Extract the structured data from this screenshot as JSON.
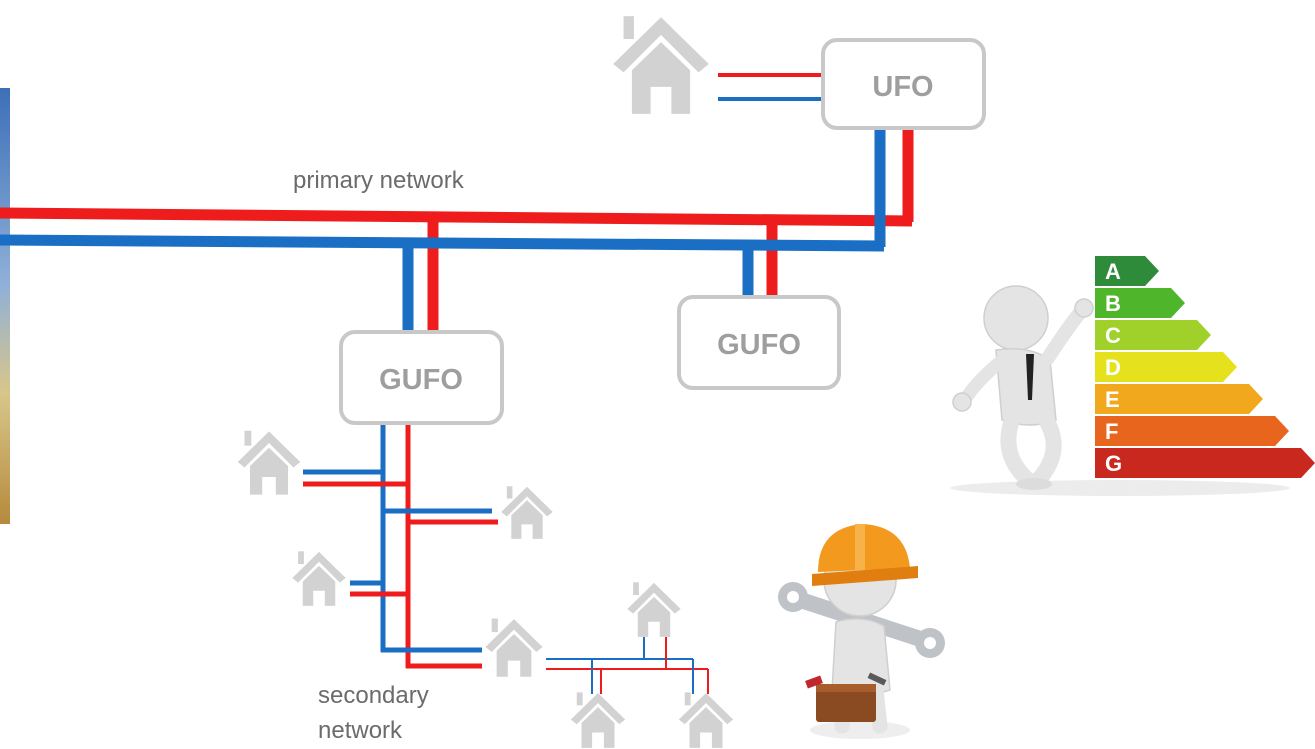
{
  "labels": {
    "primary_network": "primary network",
    "secondary_network_line1": "secondary",
    "secondary_network_line2": "network"
  },
  "nodes": {
    "ufo": "UFO",
    "gufo_left": "GUFO",
    "gufo_right": "GUFO"
  },
  "energy_rating": {
    "letters": [
      "A",
      "B",
      "C",
      "D",
      "E",
      "F",
      "G"
    ],
    "colors": [
      "#2e8b3a",
      "#4fb52b",
      "#9fd12a",
      "#e5e11c",
      "#f2a81d",
      "#e8651e",
      "#c8281e"
    ]
  },
  "colors": {
    "supply_pipe": "#ee1c1c",
    "return_pipe": "#1a6fc4",
    "house": "#d2d2d2",
    "node_border": "#c8c8c8",
    "node_text": "#9e9e9e"
  },
  "icons": {
    "house": "house-icon",
    "energy_figure": "person-with-energy-rating-icon",
    "worker": "construction-worker-with-wrench-icon",
    "landscape": "wheat-field-photo"
  }
}
